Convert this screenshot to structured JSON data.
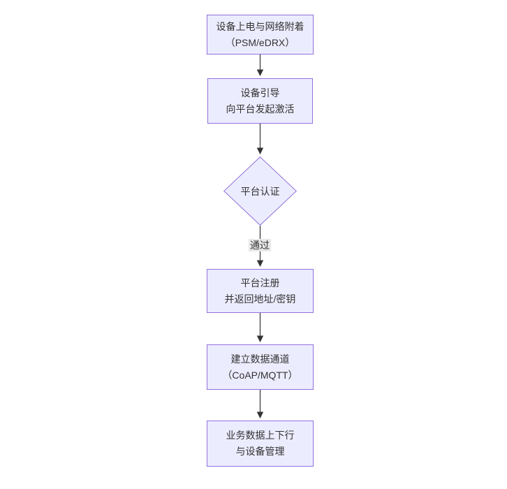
{
  "diagram": {
    "type": "flowchart",
    "direction": "top-down",
    "nodes": [
      {
        "id": "power-attach",
        "shape": "rect",
        "line1": "设备上电与网络附着",
        "line2": "（PSM/eDRX）"
      },
      {
        "id": "device-bootstrap",
        "shape": "rect",
        "line1": "设备引导",
        "line2": "向平台发起激活"
      },
      {
        "id": "platform-auth",
        "shape": "diamond",
        "line1": "平台认证",
        "line2": ""
      },
      {
        "id": "platform-register",
        "shape": "rect",
        "line1": "平台注册",
        "line2": "并返回地址/密钥"
      },
      {
        "id": "data-channel",
        "shape": "rect",
        "line1": "建立数据通道",
        "line2": "（CoAP/MQTT）"
      },
      {
        "id": "business-data",
        "shape": "rect",
        "line1": "业务数据上下行",
        "line2": "与设备管理"
      }
    ],
    "edges": [
      {
        "from": "power-attach",
        "to": "device-bootstrap",
        "label": ""
      },
      {
        "from": "device-bootstrap",
        "to": "platform-auth",
        "label": ""
      },
      {
        "from": "platform-auth",
        "to": "platform-register",
        "label": "通过"
      },
      {
        "from": "platform-register",
        "to": "data-channel",
        "label": ""
      },
      {
        "from": "data-channel",
        "to": "business-data",
        "label": ""
      }
    ],
    "colors": {
      "node_fill": "#ECECFF",
      "node_border": "#9370DB",
      "text": "#333333",
      "arrow": "#333333",
      "edge_label_bg": "#e8e8e8",
      "background": "#ffffff"
    }
  }
}
